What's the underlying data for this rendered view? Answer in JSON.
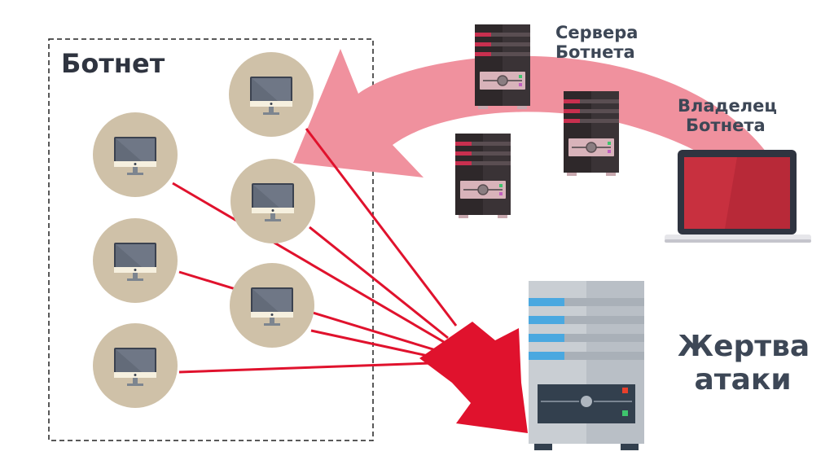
{
  "diagram": {
    "title": "Ботнет",
    "servers_label": {
      "line1": "Сервера",
      "line2": "Ботнета"
    },
    "owner_label": {
      "line1": "Владелец",
      "line2": "Ботнета"
    },
    "victim_label": {
      "line1": "Жертва",
      "line2": "атаки"
    }
  },
  "colors": {
    "attack_red": "#e0122d",
    "control_pink": "#f0919e",
    "bot_circle": "#cfc1a8",
    "monitor": "#5a6170",
    "laptop": "#c8303f",
    "victim_server": "#c9ced3",
    "victim_stripe": "#4aa8e0",
    "c2_server": "#3a3336"
  },
  "icons": [
    "monitor-icon",
    "server-icon",
    "laptop-icon"
  ]
}
